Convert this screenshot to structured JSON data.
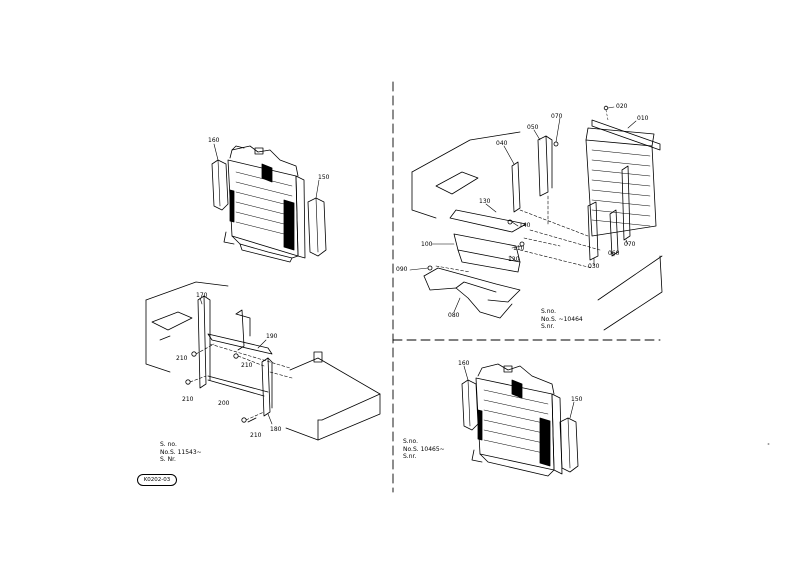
{
  "parts": {
    "p010": "010",
    "p020": "020",
    "p030": "030",
    "p040": "040",
    "p050": "050",
    "p060": "060",
    "p070": "070",
    "p080": "080",
    "p090": "090",
    "p100": "100",
    "p110": "110",
    "p120": "120",
    "p130": "130",
    "p140": "140",
    "p150": "150",
    "p160": "160",
    "p170": "170",
    "p180": "180",
    "p190": "190",
    "p200": "200",
    "p210": "210"
  },
  "notes": {
    "top_right": {
      "line1": "S.no.",
      "line2": "No.S. ~10464",
      "line3": "S.nr."
    },
    "bottom_right": {
      "line1": "S.no.",
      "line2": "No.S. 10465~",
      "line3": "S.nr."
    },
    "bottom_left": {
      "line1": "S. no.",
      "line2": "No.S. 11543~",
      "line3": "S. Nr."
    }
  },
  "stamp": "K0202-03"
}
